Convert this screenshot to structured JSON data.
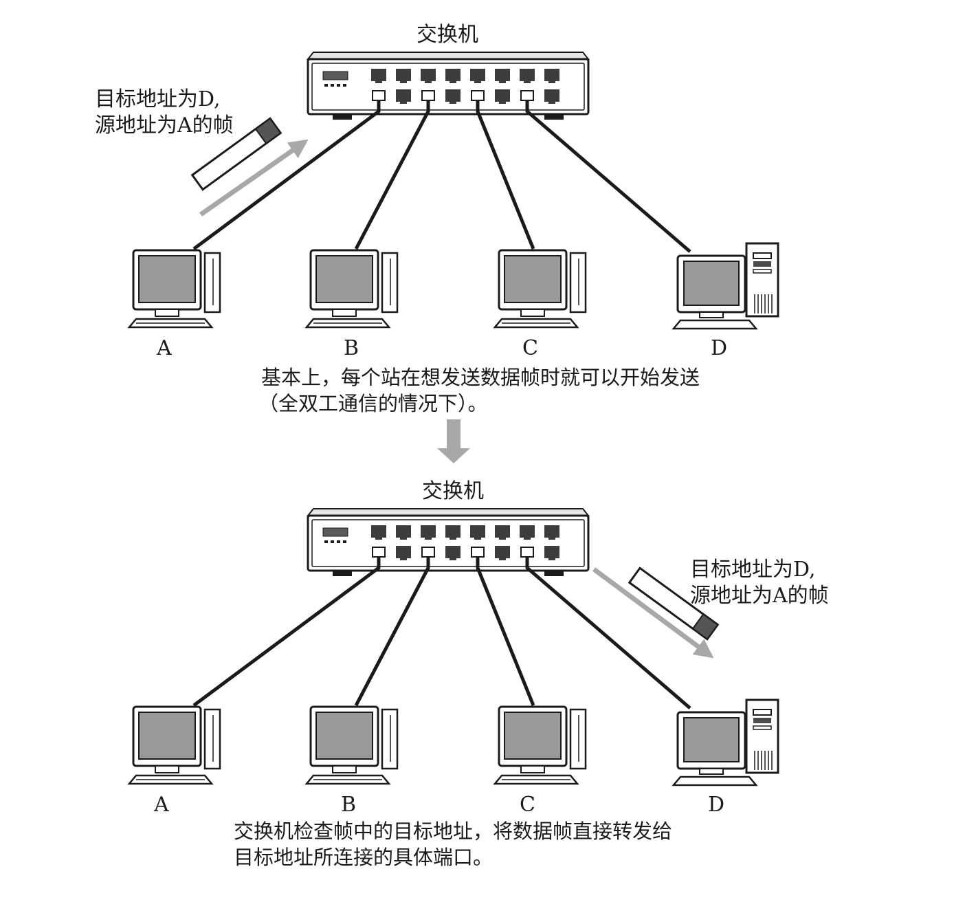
{
  "top": {
    "switch_label": "交换机",
    "frame_label_line1": "目标地址为D,",
    "frame_label_line2": "源地址为A的帧",
    "stations": [
      "A",
      "B",
      "C",
      "D"
    ],
    "caption_line1": "基本上，每个站在想发送数据帧时就可以开始发送",
    "caption_line2": "（全双工通信的情况下）。"
  },
  "bottom": {
    "switch_label": "交换机",
    "frame_label_line1": "目标地址为D,",
    "frame_label_line2": "源地址为A的帧",
    "stations": [
      "A",
      "B",
      "C",
      "D"
    ],
    "caption_line1": "交换机检查帧中的目标地址，将数据帧直接转发给",
    "caption_line2": "目标地址所连接的具体端口。"
  },
  "colors": {
    "ink": "#1a1a1a",
    "screen": "#9a9a9a",
    "arrow": "#a8a8a8",
    "frame_tag": "#555555"
  }
}
